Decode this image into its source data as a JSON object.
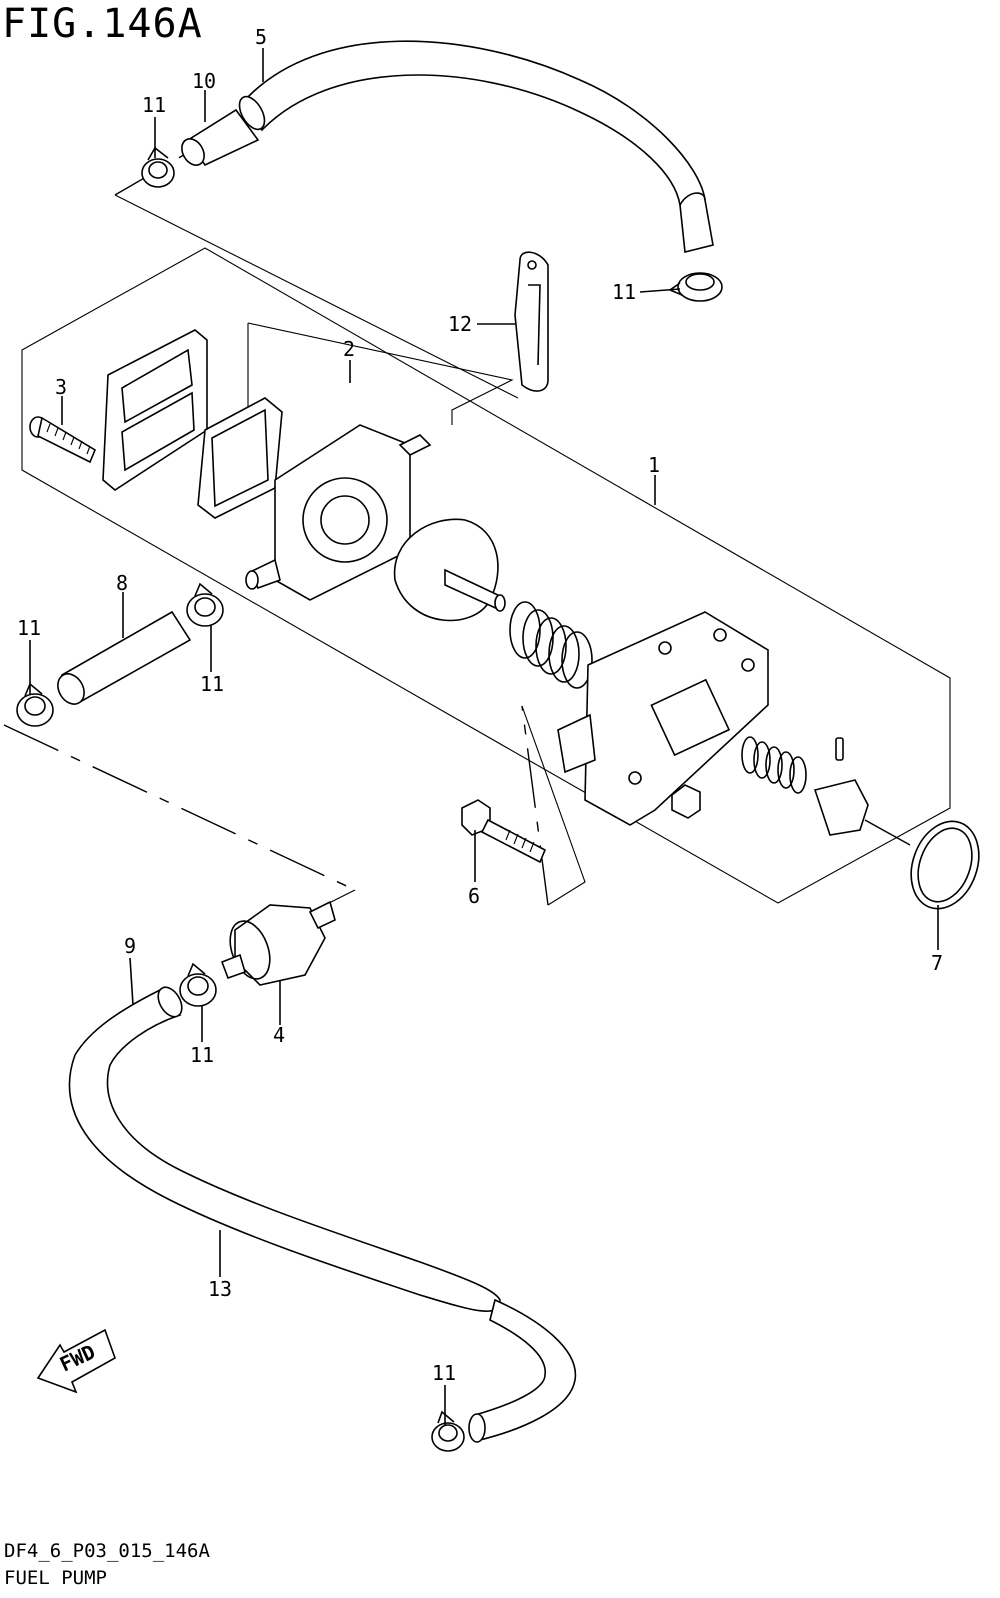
{
  "figure": {
    "title": "FIG.146A",
    "code": "DF4_6_P03_015_146A",
    "name": "FUEL PUMP"
  },
  "callouts": [
    {
      "key": "c1",
      "label": "1"
    },
    {
      "key": "c2",
      "label": "2"
    },
    {
      "key": "c3",
      "label": "3"
    },
    {
      "key": "c4",
      "label": "4"
    },
    {
      "key": "c5",
      "label": "5"
    },
    {
      "key": "c6",
      "label": "6"
    },
    {
      "key": "c7",
      "label": "7"
    },
    {
      "key": "c8",
      "label": "8"
    },
    {
      "key": "c9",
      "label": "9"
    },
    {
      "key": "c10",
      "label": "10"
    },
    {
      "key": "c11a",
      "label": "11"
    },
    {
      "key": "c11b",
      "label": "11"
    },
    {
      "key": "c11c",
      "label": "11"
    },
    {
      "key": "c11d",
      "label": "11"
    },
    {
      "key": "c11e",
      "label": "11"
    },
    {
      "key": "c11f",
      "label": "11"
    },
    {
      "key": "c12",
      "label": "12"
    },
    {
      "key": "c13",
      "label": "13"
    }
  ],
  "fwd_arrow": {
    "label": "FWD"
  }
}
